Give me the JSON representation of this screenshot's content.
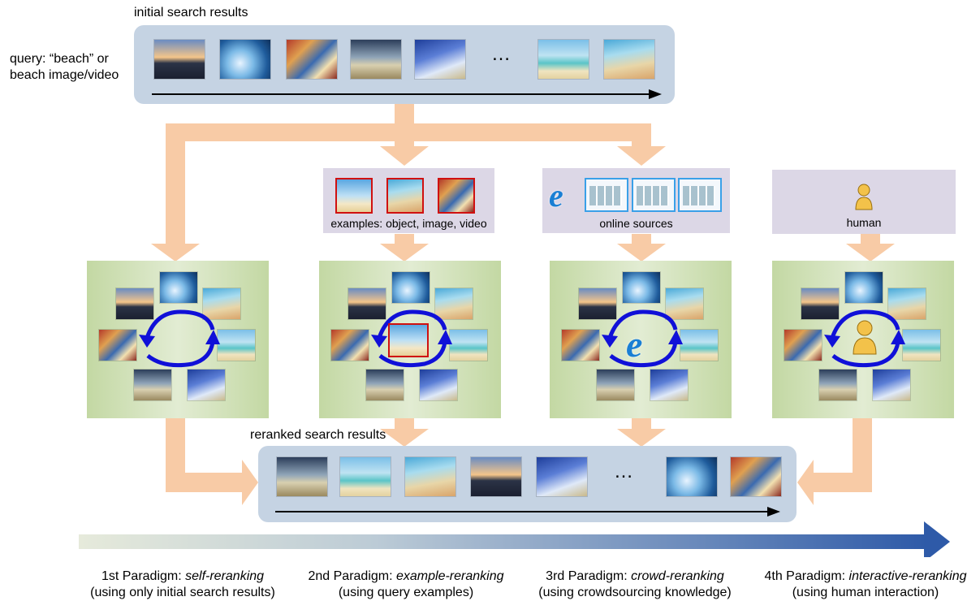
{
  "top": {
    "title": "initial search results",
    "query_line1": "query: “beach” or",
    "query_line2": "beach image/video",
    "ellipsis": "…"
  },
  "sources": {
    "examples_label": "examples: object, image, video",
    "online_label": "online sources",
    "human_label": "human"
  },
  "bottom": {
    "title": "reranked search results",
    "ellipsis": "…"
  },
  "paradigms": [
    {
      "prefix": "1st Paradigm: ",
      "name": "self-reranking",
      "desc": "(using only initial search results)"
    },
    {
      "prefix": "2nd Paradigm: ",
      "name": "example-reranking",
      "desc": "(using query examples)"
    },
    {
      "prefix": "3rd Paradigm: ",
      "name": "crowd-reranking",
      "desc": "(using crowdsourcing knowledge)"
    },
    {
      "prefix": "4th Paradigm: ",
      "name": "interactive-reranking",
      "desc": "(using human interaction)"
    }
  ],
  "colors": {
    "flow_arrow": "#f8cba6",
    "results_panel": "#c5d3e3",
    "source_panel": "#dcd7e6",
    "rerank_panel": "#c3d8a3",
    "cycle_arrow": "#1010d8",
    "gradient_start": "#e6eadb",
    "gradient_end": "#2e5aa8"
  },
  "icons": [
    "ie-logo-icon",
    "human-icon",
    "cycle-arrows-icon"
  ]
}
